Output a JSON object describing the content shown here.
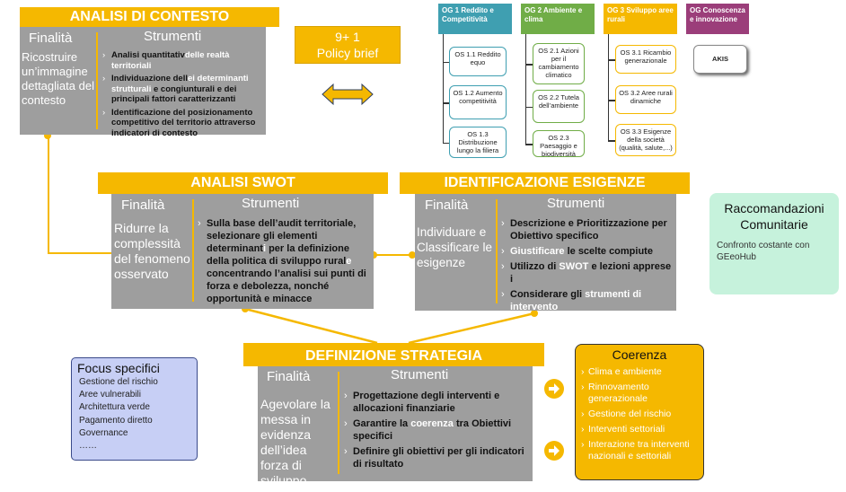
{
  "analisi_contesto": {
    "title": "ANALISI DI CONTESTO",
    "finalita_label": "Finalità",
    "strumenti_label": "Strumenti",
    "finalita_text": "Ricostruire un’immagine dettagliata del contesto",
    "strumenti": [
      {
        "parts": [
          {
            "t": "Analisi quantitativ",
            "hi": false
          },
          {
            "t": "delle realtà territoriali",
            "hi": true
          }
        ]
      },
      {
        "parts": [
          {
            "t": "Individuazione dell",
            "hi": false
          },
          {
            "t": "ei determinanti strutturali",
            "hi": true
          },
          {
            "t": " e congiunturali e dei  principali fattori caratterizzanti",
            "hi": false
          }
        ]
      },
      {
        "parts": [
          {
            "t": "Identificazione del posizionamento competitivo del territorio attraverso indicatori di contesto",
            "hi": false
          }
        ]
      }
    ]
  },
  "policy_brief": "9+ 1\nPolicy brief",
  "obiettivi": [
    {
      "title": "OG 1 Reddito e Competitività",
      "color": "#3f9fb1",
      "os": [
        "OS 1.1 Reddito equo",
        "OS 1.2 Aumento competitività",
        "OS 1.3 Distribuzione lungo la filiera"
      ]
    },
    {
      "title": "OG 2 Ambiente e clima",
      "color": "#70ad47",
      "os": [
        "OS 2.1 Azioni per il cambiamento climatico",
        "OS 2.2 Tutela dell’ambiente",
        "OS 2.3 Paesaggio e biodiversità"
      ]
    },
    {
      "title": "OG 3 Sviluppo aree rurali",
      "color": "#f5b800",
      "os": [
        "OS 3.1 Ricambio generazionale",
        "OS 3.2 Aree rurali dinamiche",
        "OS 3.3 Esigenze della società (qualità, salute,...)"
      ]
    },
    {
      "title": "OG Conoscenza e innovazione",
      "color": "#9b3e7a",
      "os": [
        "AKIS"
      ]
    }
  ],
  "analisi_swot": {
    "title": "ANALISI SWOT",
    "finalita_label": "Finalità",
    "strumenti_label": "Strumenti",
    "finalita_text": "Ridurre la complessità del fenomeno osservato",
    "strumenti_parts": [
      {
        "t": "Sulla base dell’audit territoriale, selezionare  gli elementi determinant",
        "hi": false
      },
      {
        "t": "i",
        "hi": true
      },
      {
        "t": " per la definizione della politica di sviluppo rural",
        "hi": false
      },
      {
        "t": "e",
        "hi": true
      },
      {
        "t": " concentrando l’analisi sui punti di forza e debolezza, nonché opportunità e minacce",
        "hi": false
      }
    ]
  },
  "identificazione_esigenze": {
    "title": "IDENTIFICAZIONE ESIGENZE",
    "finalita_label": "Finalità",
    "strumenti_label": "Strumenti",
    "finalita_text": "Individuare e Classificare le esigenze",
    "strumenti": [
      {
        "parts": [
          {
            "t": " Descrizione e Prioritizzazione  per Obiettivo specifico",
            "hi": false
          }
        ]
      },
      {
        "parts": [
          {
            "t": "Giustificare",
            "hi": true
          },
          {
            "t": " le scelte compiute",
            "hi": false
          }
        ]
      },
      {
        "parts": [
          {
            "t": "Utilizzo di ",
            "hi": false
          },
          {
            "t": "SWOT",
            "hi": true
          },
          {
            "t": " e lezioni apprese i",
            "hi": false
          }
        ]
      },
      {
        "parts": [
          {
            "t": "Considerare gli ",
            "hi": false
          },
          {
            "t": "strumenti di intervento",
            "hi": true
          }
        ]
      }
    ]
  },
  "raccomandazioni": {
    "title": "Raccomandazioni Comunitarie",
    "text": "Confronto costante con GEeoHub"
  },
  "definizione_strategia": {
    "title": "DEFINIZIONE STRATEGIA",
    "finalita_label": "Finalità",
    "strumenti_label": "Strumenti",
    "finalita_text": "Agevolare la messa in evidenza dell’idea forza di sviluppo",
    "strumenti": [
      {
        "parts": [
          {
            "t": "Progettazione degli interventi e allocazioni finanziarie",
            "hi": false
          }
        ]
      },
      {
        "parts": [
          {
            "t": "Garantire la ",
            "hi": false
          },
          {
            "t": "coerenza",
            "hi": true
          },
          {
            "t": " tra Obiettivi specifici",
            "hi": false
          }
        ]
      },
      {
        "parts": [
          {
            "t": "Definire gli obiettivi per gli indicatori di risultato",
            "hi": false
          }
        ]
      }
    ]
  },
  "focus": {
    "title": "Focus specifici",
    "items": [
      "Gestione del rischio",
      "Aree vulnerabili",
      "Architettura verde",
      "Pagamento diretto",
      "Governance",
      "……"
    ]
  },
  "coerenza": {
    "title": "Coerenza",
    "items": [
      "Clima e ambiente",
      "Rinnovamento generazionale",
      "Gestione del rischio",
      "Interventi settoriali",
      "Interazione tra interventi nazionali e settoriali"
    ]
  },
  "colors": {
    "accent": "#f5b800",
    "gray_box": "#9e9e9e",
    "focus_bg": "#c7cff5",
    "raccomandazioni_bg": "#c6f2dc",
    "coerenza_bg": "#f5b800"
  }
}
